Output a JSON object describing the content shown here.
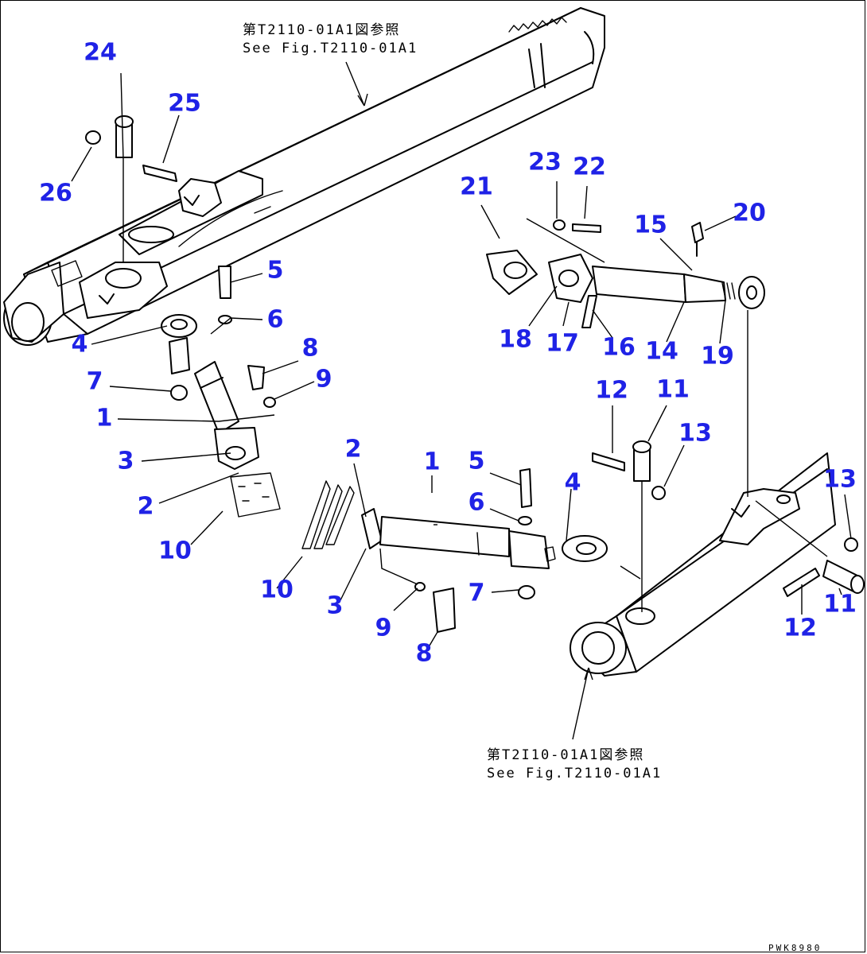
{
  "reference_top": {
    "line1": "第T2110-01A1図参照",
    "line2": "See Fig.T2110-01A1"
  },
  "reference_bottom": {
    "line1": "第T2I10-01A1図参照",
    "line2": "See Fig.T2110-01A1"
  },
  "drawing_code": "PWK8980",
  "callouts": {
    "c24": "24",
    "c25": "25",
    "c26": "26",
    "c5a": "5",
    "c6a": "6",
    "c4a": "4",
    "c8a": "8",
    "c9a": "9",
    "c7a": "7",
    "c1a": "1",
    "c3a": "3",
    "c2a": "2",
    "c10a": "10",
    "c23": "23",
    "c22": "22",
    "c21": "21",
    "c15": "15",
    "c20": "20",
    "c18": "18",
    "c17": "17",
    "c16": "16",
    "c14": "14",
    "c19": "19",
    "c12a": "12",
    "c11a": "11",
    "c13a": "13",
    "c2b": "2",
    "c1b": "1",
    "c5b": "5",
    "c6b": "6",
    "c4b": "4",
    "c13b": "13",
    "c10b": "10",
    "c3b": "3",
    "c9b": "9",
    "c8b": "8",
    "c7b": "7",
    "c12b": "12",
    "c11b": "11"
  },
  "colors": {
    "callout": "#1f22e6",
    "line": "#000000",
    "background": "#ffffff"
  }
}
